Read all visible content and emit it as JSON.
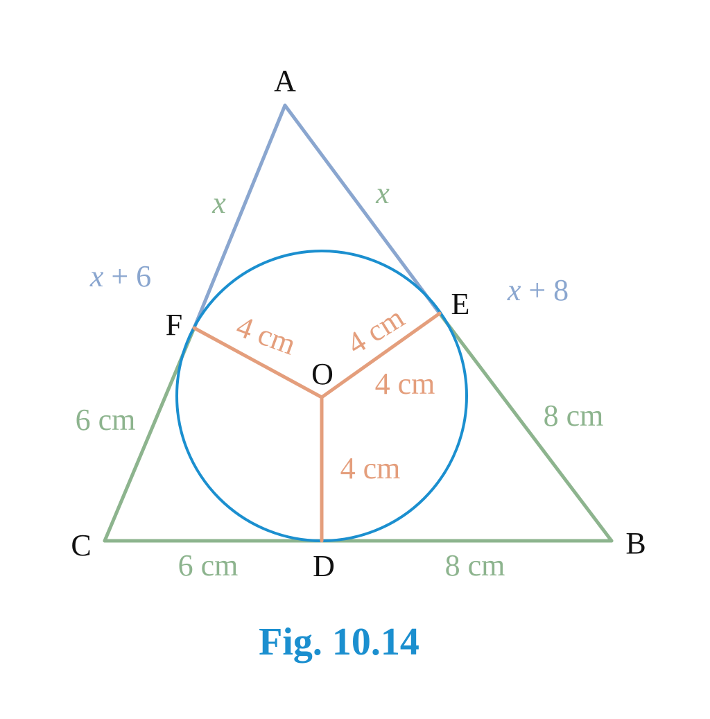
{
  "colors": {
    "upper_sides": "#8aa6cf",
    "lower_sides": "#8db48e",
    "incircle": "#1b8fcf",
    "radii": "#e49e7c",
    "segment_labels": "#8db48e",
    "side_expressions": "#8aa6cf",
    "radius_labels": "#e49e7c",
    "caption": "#1b8fcf",
    "points": "#111111"
  },
  "points": {
    "A": "A",
    "B": "B",
    "C": "C",
    "D": "D",
    "E": "E",
    "F": "F",
    "O": "O"
  },
  "segments": {
    "AF": "x",
    "AE": "x",
    "CF": "6 cm",
    "BE": "8 cm",
    "CD": "6 cm",
    "DB": "8 cm"
  },
  "sides": {
    "AC_var": "x",
    "AC_rest": " + 6",
    "AB_var": "x",
    "AB_rest": " + 8"
  },
  "radii": {
    "OF": "4 cm",
    "OE_upper": "4 cm",
    "OE_lower": "4 cm",
    "OD": "4 cm"
  },
  "caption": "Fig. 10.14"
}
